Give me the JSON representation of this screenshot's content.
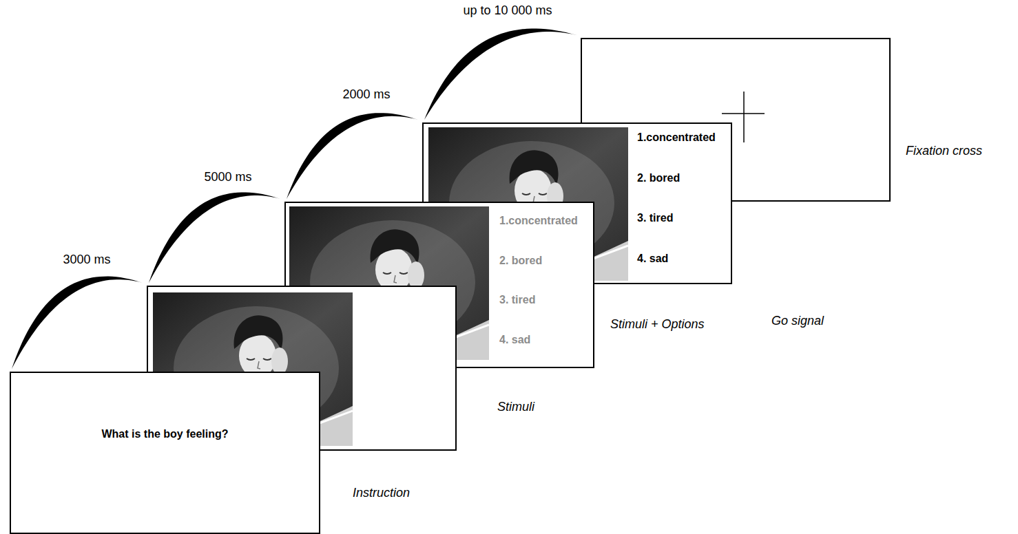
{
  "diagram": {
    "nodes": [
      {
        "text": [
          "What is the boy feeling?",
          "Instruction"
        ]
      },
      {
        "text": [
          "Stimuli"
        ]
      },
      {
        "text": [
          "1.concentrated",
          "2. bored",
          "3. tired",
          "4. sad",
          "Stimuli + Options"
        ]
      },
      {
        "text": [
          "1.concentrated",
          "2. bored",
          "3. tired",
          "4. sad",
          "Go signal"
        ]
      },
      {
        "text": [
          "Fixation cross"
        ]
      }
    ],
    "edges": [
      {
        "from": 0,
        "to": 1,
        "arrow": "none",
        "label": "3000 ms"
      },
      {
        "from": 1,
        "to": 2,
        "arrow": "none",
        "label": "5000 ms"
      },
      {
        "from": 2,
        "to": 3,
        "arrow": "none",
        "label": "2000 ms"
      },
      {
        "from": 3,
        "to": 4,
        "arrow": "none",
        "label": "up to 10 000 ms"
      }
    ]
  }
}
